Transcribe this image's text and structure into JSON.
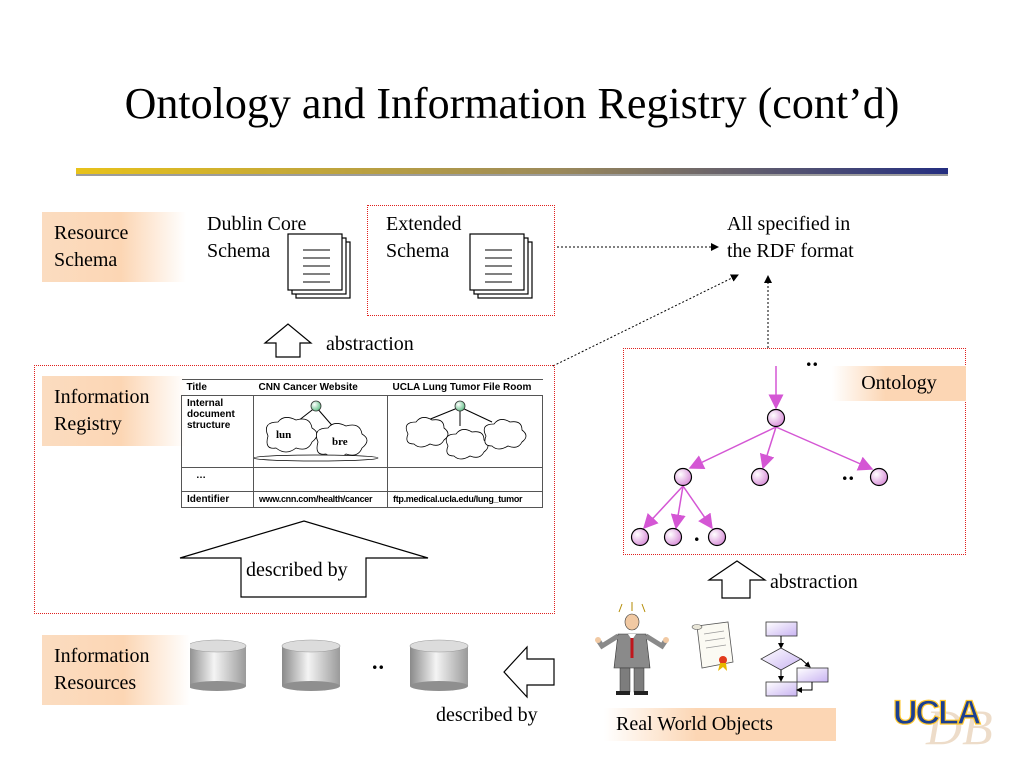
{
  "slide": {
    "title": "Ontology and Information Registry (cont’d)"
  },
  "labels": {
    "resource_schema": [
      "Resource",
      "Schema"
    ],
    "information_registry": [
      "Information",
      "Registry"
    ],
    "information_resources": [
      "Information",
      "Resources"
    ],
    "ontology": "Ontology",
    "real_world_objects": "Real World Objects"
  },
  "schemas": {
    "dublin_core": [
      "Dublin Core",
      "Schema"
    ],
    "extended": [
      "Extended",
      "Schema"
    ]
  },
  "rdf_note": [
    "All specified in",
    "the RDF format"
  ],
  "arrows": {
    "abstraction_top": "abstraction",
    "abstraction_right": "abstraction",
    "described_by_registry": "described by",
    "described_by_resources": "described by"
  },
  "ellipses": {
    "ontology_top": "..",
    "ontology_mid": "..",
    "ontology_bottom": ".",
    "resources": ".."
  },
  "registry_table": {
    "headers": [
      "Title",
      "CNN Cancer Website",
      "UCLA Lung Tumor File Room"
    ],
    "rows": [
      {
        "label": "Internal document structure",
        "cnn_nodes": [
          "lun",
          "bre"
        ]
      },
      {
        "label": "…"
      },
      {
        "label": "Identifier",
        "values": [
          "www.cnn.com/health/cancer",
          "ftp.medical.ucla.edu/lung_tumor"
        ]
      }
    ]
  },
  "logo": {
    "text": "UCLA",
    "watermark": "DB"
  },
  "colors": {
    "title_rule_gold": "#e8c21a",
    "title_rule_navy": "#242e80",
    "label_fill": "#fcd6b4",
    "dotted_box": "#e0201e",
    "tree_edge": "#d456d4",
    "tree_node": "#e6a8e6",
    "ucla_blue": "#1b3f91",
    "ucla_gold": "#ffc72c"
  }
}
